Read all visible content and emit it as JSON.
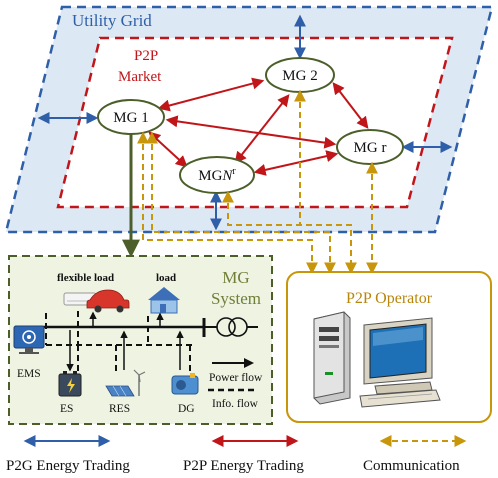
{
  "utility_grid": {
    "label": "Utility Grid"
  },
  "p2p_market": {
    "line1": "P2P",
    "line2": "Market"
  },
  "nodes": {
    "mg1": "MG 1",
    "mg2": "MG 2",
    "mgr": "MG r",
    "mgN": {
      "base": "MG",
      "italic": "N",
      "sup": "r"
    }
  },
  "mg_system": {
    "line1": "MG",
    "line2": "System",
    "labels": {
      "flexible_load": "flexible load",
      "load": "load",
      "ems": "EMS",
      "es": "ES",
      "res": "RES",
      "dg": "DG",
      "power_flow": "Power flow",
      "info_flow": "Info. flow"
    }
  },
  "operator": {
    "label": "P2P Operator"
  },
  "legend": {
    "p2g": "P2G Energy Trading",
    "p2p": "P2P Energy Trading",
    "comm": "Communication"
  },
  "colors": {
    "grid_blue": "#2e5fa8",
    "grid_fill": "#dde8f5",
    "market_red": "#c0161a",
    "mg_green": "#4c5f2a",
    "mg_fill": "#eef3e2",
    "operator_gold": "#c8960a"
  }
}
